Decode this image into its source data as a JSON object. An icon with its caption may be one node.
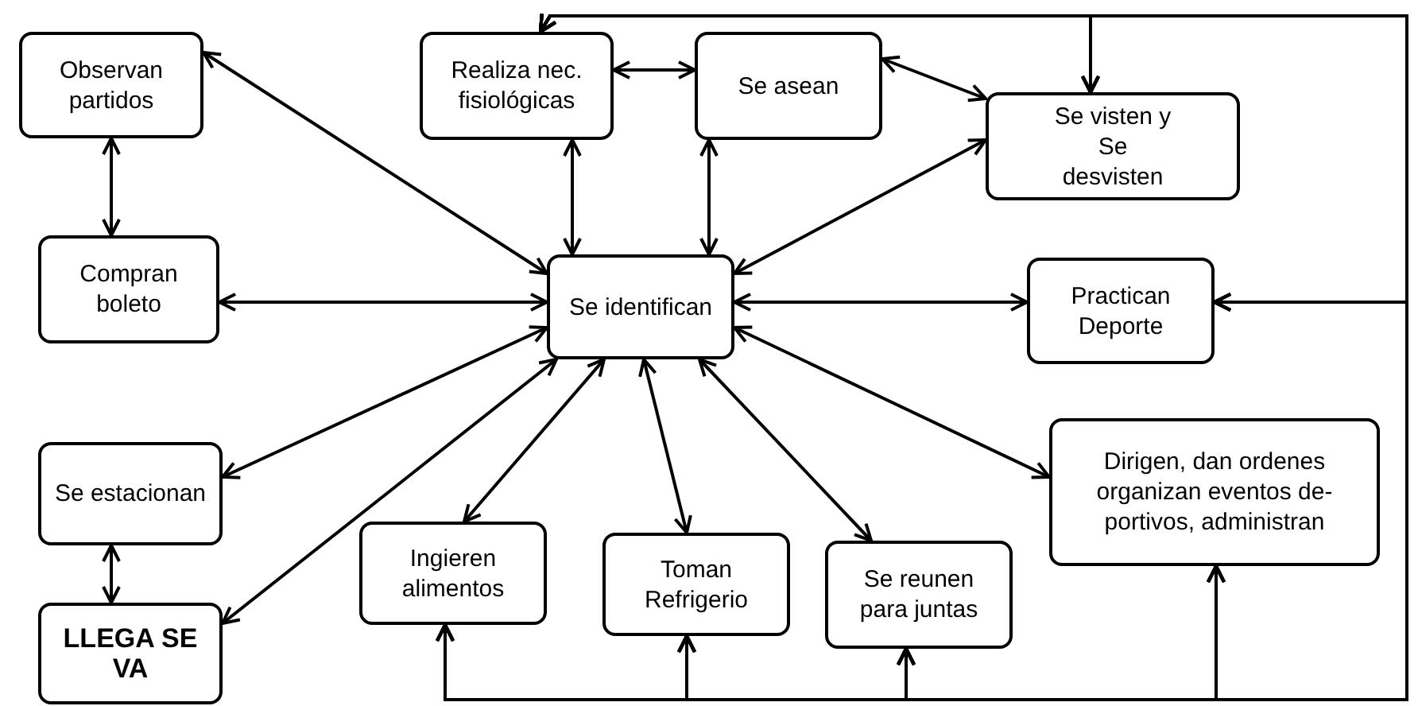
{
  "diagram": {
    "nodes": [
      {
        "text": [
          "Observan partidos"
        ]
      },
      {
        "text": [
          "Realiza nec. fisiológicas"
        ]
      },
      {
        "text": [
          "Se asean"
        ]
      },
      {
        "text": [
          "Se visten  y Se desvisten"
        ]
      },
      {
        "text": [
          "Compran boleto"
        ]
      },
      {
        "text": [
          "Se identifican"
        ]
      },
      {
        "text": [
          "Practican Deporte"
        ]
      },
      {
        "text": [
          "Dirigen, dan ordenes organizan eventos de- portivos, administran"
        ]
      },
      {
        "text": [
          "Se estacionan"
        ]
      },
      {
        "text": [
          "Ingieren alimentos"
        ]
      },
      {
        "text": [
          "Toman Refrigerio"
        ]
      },
      {
        "text": [
          "Se reunen para juntas"
        ]
      },
      {
        "text": [
          "LLEGA SE VA"
        ]
      }
    ],
    "edges": [
      {
        "from": 0,
        "to": 4,
        "arrow": "both"
      },
      {
        "from": 0,
        "to": 5,
        "arrow": "both"
      },
      {
        "from": 1,
        "to": 2,
        "arrow": "both"
      },
      {
        "from": 1,
        "to": 5,
        "arrow": "both"
      },
      {
        "from": 2,
        "to": 5,
        "arrow": "both"
      },
      {
        "from": 2,
        "to": 3,
        "arrow": "both"
      },
      {
        "from": 3,
        "to": 5,
        "arrow": "both"
      },
      {
        "from": 5,
        "to": 6,
        "arrow": "both"
      },
      {
        "from": 3,
        "to": 6,
        "arrow": "both"
      },
      {
        "from": 6,
        "to": 7,
        "arrow": "both"
      },
      {
        "from": 5,
        "to": 7,
        "arrow": "both"
      },
      {
        "from": 4,
        "to": 5,
        "arrow": "both"
      },
      {
        "from": 5,
        "to": 8,
        "arrow": "both"
      },
      {
        "from": 5,
        "to": 12,
        "arrow": "both"
      },
      {
        "from": 5,
        "to": 9,
        "arrow": "both"
      },
      {
        "from": 5,
        "to": 10,
        "arrow": "both"
      },
      {
        "from": 5,
        "to": 11,
        "arrow": "both"
      },
      {
        "from": 9,
        "to": 10,
        "arrow": "none"
      },
      {
        "from": 10,
        "to": 11,
        "arrow": "none"
      },
      {
        "from": 8,
        "to": 12,
        "arrow": "both"
      },
      {
        "from": 7,
        "to": 11,
        "arrow": "to"
      },
      {
        "from": 1,
        "to": 3,
        "arrow": "both"
      },
      {
        "from": 1,
        "to": 6,
        "arrow": "both"
      },
      {
        "from": 1,
        "to": 7,
        "arrow": "both"
      },
      {
        "from": 1,
        "to": 11,
        "arrow": "both"
      },
      {
        "from": 1,
        "to": 10,
        "arrow": "both"
      },
      {
        "from": 1,
        "to": 9,
        "arrow": "both"
      },
      {
        "from": 3,
        "to": 7,
        "arrow": "both"
      },
      {
        "from": 3,
        "to": 11,
        "arrow": "both"
      },
      {
        "from": 3,
        "to": 10,
        "arrow": "both"
      },
      {
        "from": 3,
        "to": 9,
        "arrow": "both"
      },
      {
        "from": 6,
        "to": 11,
        "arrow": "both"
      },
      {
        "from": 6,
        "to": 10,
        "arrow": "both"
      },
      {
        "from": 6,
        "to": 9,
        "arrow": "both"
      },
      {
        "from": 7,
        "to": 11,
        "arrow": "both"
      },
      {
        "from": 7,
        "to": 10,
        "arrow": "both"
      },
      {
        "from": 7,
        "to": 9,
        "arrow": "both"
      },
      {
        "from": 11,
        "to": 10,
        "arrow": "both"
      },
      {
        "from": 11,
        "to": 9,
        "arrow": "both"
      },
      {
        "from": 10,
        "to": 9,
        "arrow": "both"
      }
    ]
  }
}
